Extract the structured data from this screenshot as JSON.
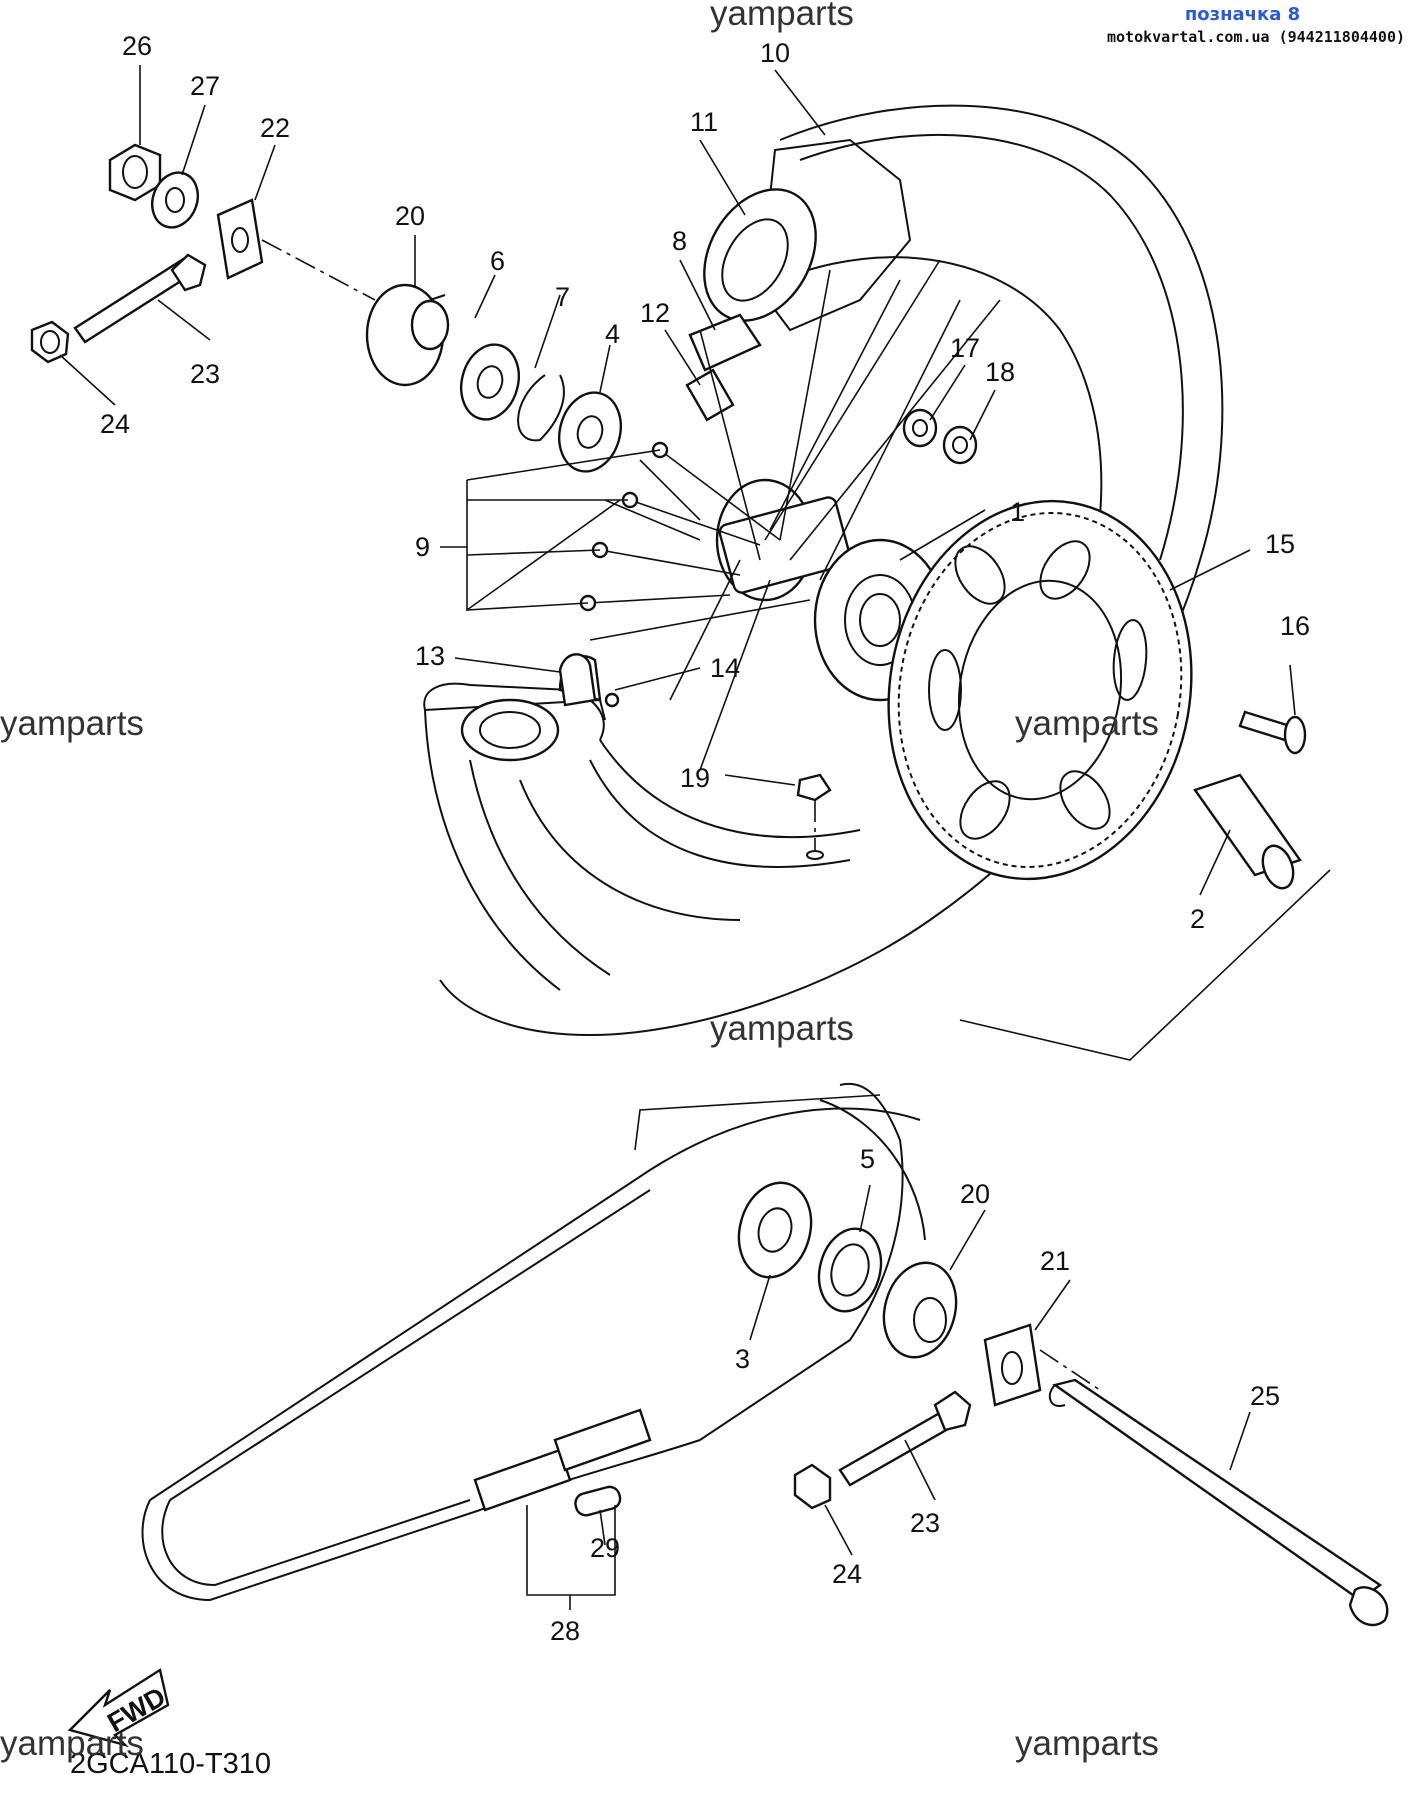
{
  "header": {
    "badge": "позначка 8",
    "source": "motokvartal.com.ua (944211804400)"
  },
  "watermark": "yamparts",
  "diagram_code": "2GCA110-T310",
  "fwd_label": "FWD",
  "callouts": {
    "c1": "1",
    "c2": "2",
    "c3": "3",
    "c4": "4",
    "c5": "5",
    "c6": "6",
    "c7": "7",
    "c8": "8",
    "c9": "9",
    "c10": "10",
    "c11": "11",
    "c12": "12",
    "c13": "13",
    "c14": "14",
    "c15": "15",
    "c16": "16",
    "c17": "17",
    "c18": "18",
    "c19": "19",
    "c20a": "20",
    "c20b": "20",
    "c21": "21",
    "c22": "22",
    "c23a": "23",
    "c23b": "23",
    "c24a": "24",
    "c24b": "24",
    "c25": "25",
    "c26": "26",
    "c27": "27",
    "c28": "28",
    "c29": "29"
  }
}
